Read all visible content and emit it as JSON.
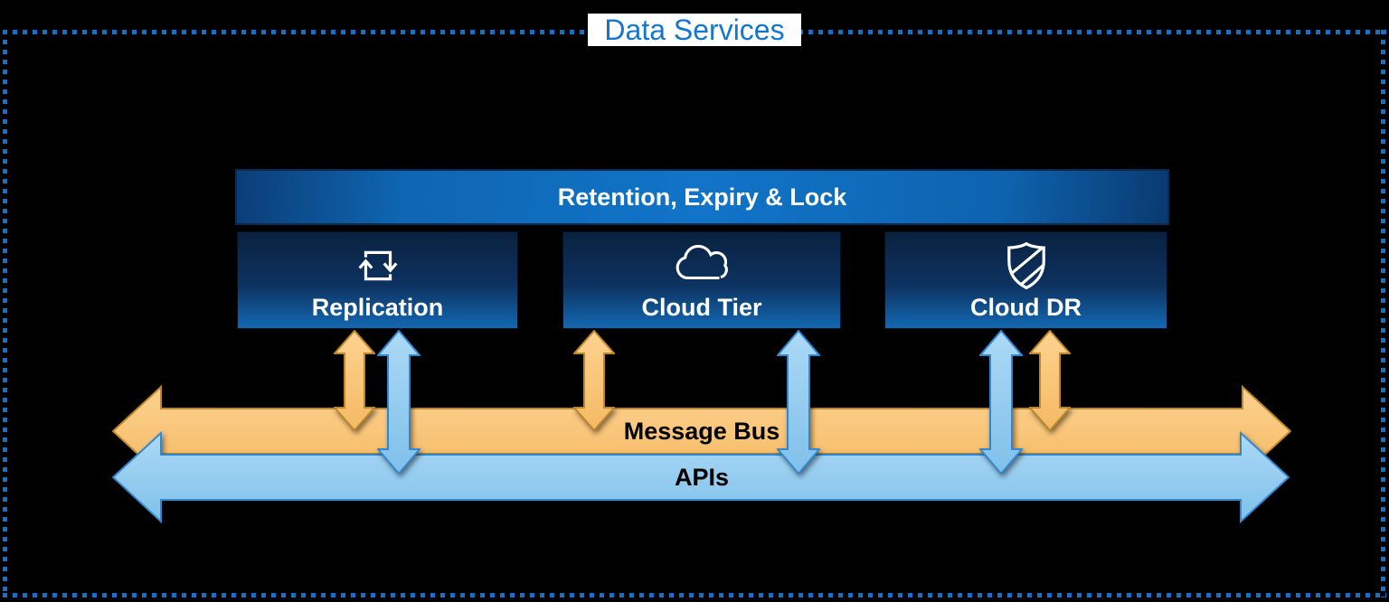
{
  "diagram": {
    "title": "Data Services",
    "banner": {
      "label": "Retention, Expiry & Lock"
    },
    "boxes": [
      {
        "label": "Replication",
        "icon": "sync-arrows-icon"
      },
      {
        "label": "Cloud Tier",
        "icon": "cloud-icon"
      },
      {
        "label": "Cloud DR",
        "icon": "shield-icon"
      }
    ],
    "buses": [
      {
        "label": "Message Bus",
        "fill": "#F9C477",
        "border": "#BC882B"
      },
      {
        "label": "APIs",
        "fill": "#97CDF0",
        "border": "#3387CE"
      }
    ],
    "connectors": [
      {
        "from": "Replication",
        "to": "Message Bus",
        "color": "orange"
      },
      {
        "from": "Replication",
        "to": "APIs",
        "color": "blue"
      },
      {
        "from": "Cloud Tier",
        "to": "Message Bus",
        "color": "orange"
      },
      {
        "from": "Cloud Tier",
        "to": "APIs",
        "color": "blue"
      },
      {
        "from": "Cloud DR",
        "to": "APIs",
        "color": "blue"
      },
      {
        "from": "Cloud DR",
        "to": "Message Bus",
        "color": "orange"
      }
    ],
    "colors": {
      "background": "#000000",
      "frame_dots": "#1371C9",
      "title_text": "#1377D0",
      "title_background": "#FFFFFF",
      "banner_fill": "#1174C8",
      "box_fill_top": "#0A2140",
      "box_fill_bottom": "#1268B2",
      "box_text": "#FFFFFF",
      "bus_text": "#000000"
    }
  }
}
